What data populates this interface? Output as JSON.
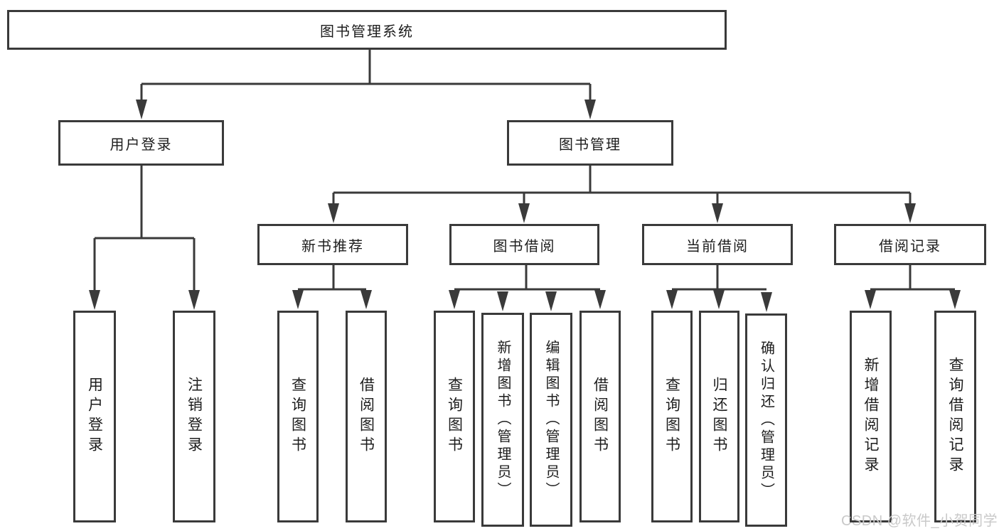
{
  "watermark": "CSDN @软件_小贺同学",
  "colors": {
    "line": "#3a3a3a",
    "text": "#1d1d1d",
    "watermark": "#c9c9c9"
  },
  "tree": {
    "root": {
      "label": "图书管理系统"
    },
    "level2": [
      {
        "label": "用户登录",
        "children": [
          {
            "label": "用户登录"
          },
          {
            "label": "注销登录"
          }
        ]
      },
      {
        "label": "图书管理",
        "children": [
          {
            "label": "新书推荐",
            "children": [
              {
                "label": "查询图书"
              },
              {
                "label": "借阅图书"
              }
            ]
          },
          {
            "label": "图书借阅",
            "children": [
              {
                "label": "查询图书"
              },
              {
                "label": "新增图书（管理员）"
              },
              {
                "label": "编辑图书（管理员）"
              },
              {
                "label": "借阅图书"
              }
            ]
          },
          {
            "label": "当前借阅",
            "children": [
              {
                "label": "查询图书"
              },
              {
                "label": "归还图书"
              },
              {
                "label": "确认归还（管理员）"
              }
            ]
          },
          {
            "label": "借阅记录",
            "children": [
              {
                "label": "新增借阅记录"
              },
              {
                "label": "查询借阅记录"
              }
            ]
          }
        ]
      }
    ]
  }
}
